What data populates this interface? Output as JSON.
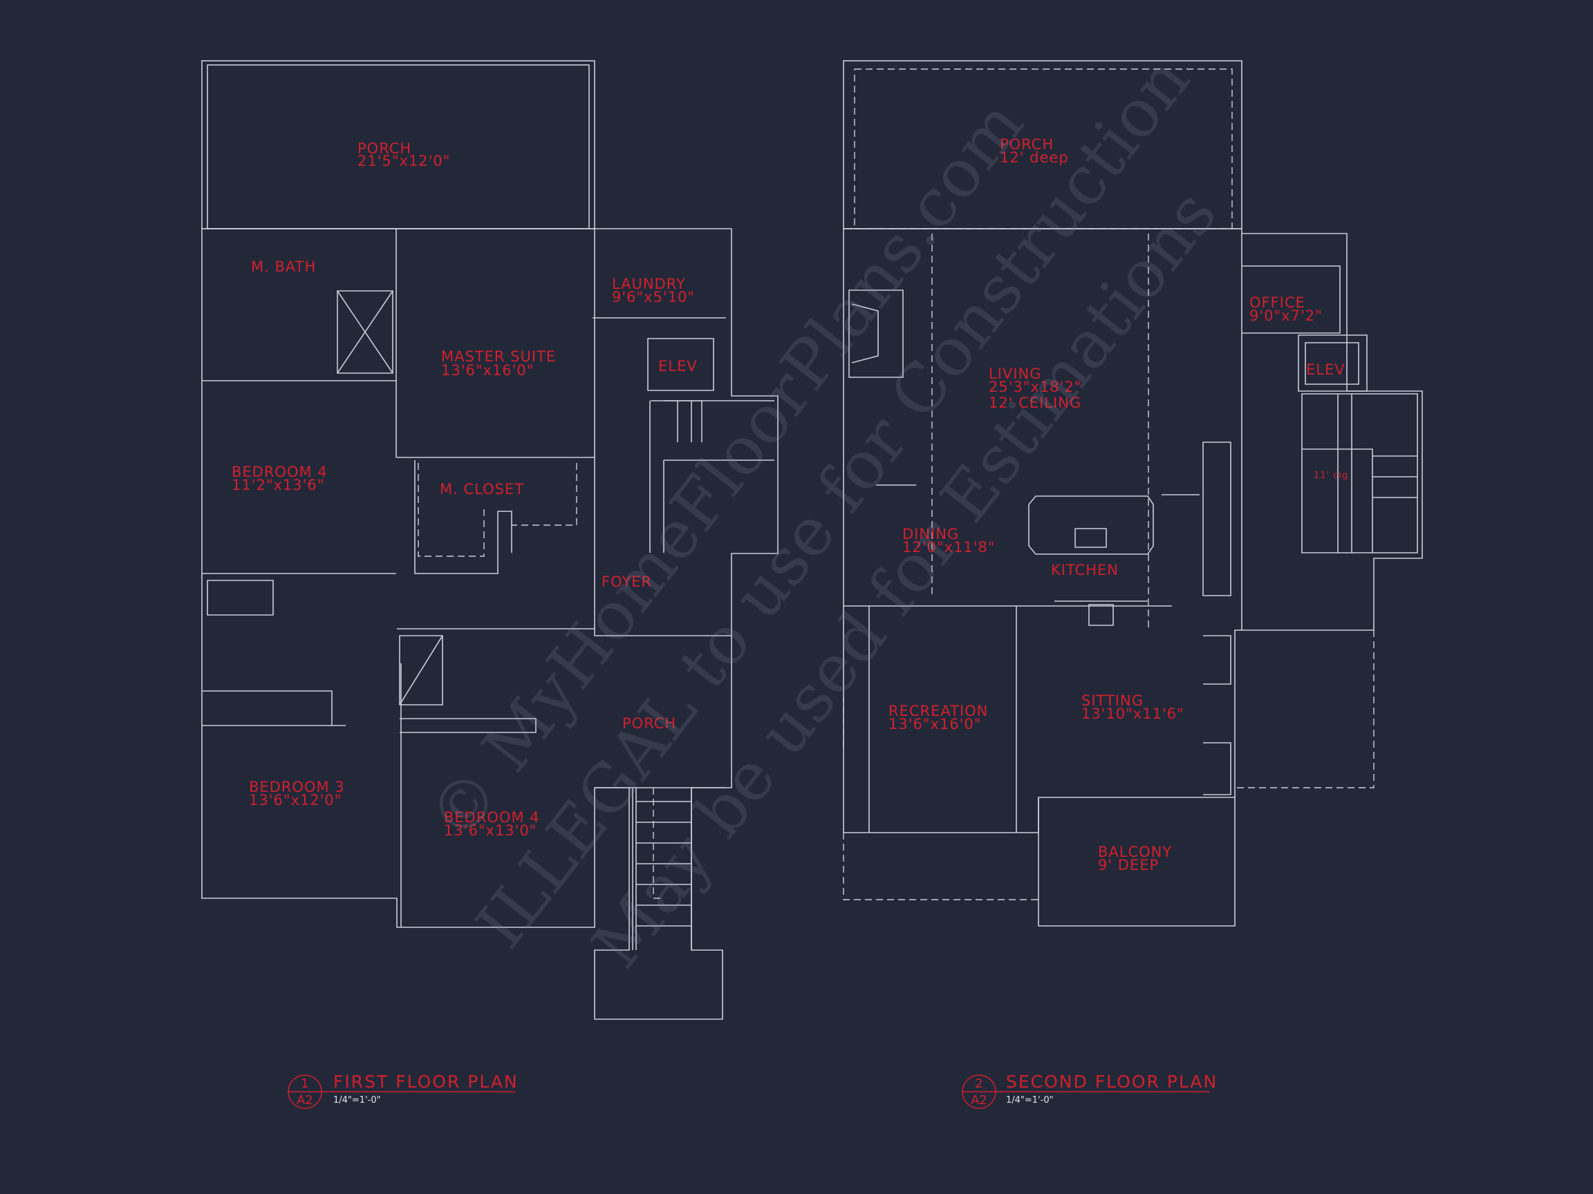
{
  "first_floor": {
    "title": "FIRST FLOOR PLAN",
    "detail_number": "1",
    "sheet": "A2",
    "scale": "1/4\"=1'-0\"",
    "rooms": [
      {
        "name": "PORCH",
        "size": "21'5\"x12'0\""
      },
      {
        "name": "M. BATH",
        "size": ""
      },
      {
        "name": "MASTER SUITE",
        "size": "13'6\"x16'0\""
      },
      {
        "name": "LAUNDRY",
        "size": "9'6\"x5'10\""
      },
      {
        "name": "ELEV",
        "size": ""
      },
      {
        "name": "BEDROOM 4",
        "size": "11'2\"x13'6\""
      },
      {
        "name": "M. CLOSET",
        "size": ""
      },
      {
        "name": "FOYER",
        "size": ""
      },
      {
        "name": "PORCH",
        "size": ""
      },
      {
        "name": "BEDROOM 3",
        "size": "13'6\"x12'0\""
      },
      {
        "name": "BEDROOM 4",
        "size": "13'6\"x13'0\""
      }
    ]
  },
  "second_floor": {
    "title": "SECOND FLOOR PLAN",
    "detail_number": "2",
    "sheet": "A2",
    "scale": "1/4\"=1'-0\"",
    "rooms": [
      {
        "name": "PORCH",
        "size": "12' deep"
      },
      {
        "name": "LIVING",
        "size": "25'3\"x18'2\"",
        "note": "12' CEILING"
      },
      {
        "name": "OFFICE",
        "size": "9'0\"x7'2\""
      },
      {
        "name": "ELEV",
        "size": ""
      },
      {
        "name": "11' clg",
        "size": ""
      },
      {
        "name": "DINING",
        "size": "12'0\"x11'8\""
      },
      {
        "name": "KITCHEN",
        "size": ""
      },
      {
        "name": "RECREATION",
        "size": "13'6\"x16'0\""
      },
      {
        "name": "SITTING",
        "size": "13'10\"x11'6\""
      },
      {
        "name": "BALCONY",
        "size": "9' DEEP"
      }
    ]
  },
  "watermark": [
    "© MyHomeFloorPlans.com",
    "ILLEGAL to use for Construction",
    "May be used for Estimations"
  ],
  "colors": {
    "background": "#232839",
    "linework": "#c9cdd9",
    "labels": "#d0202c"
  }
}
